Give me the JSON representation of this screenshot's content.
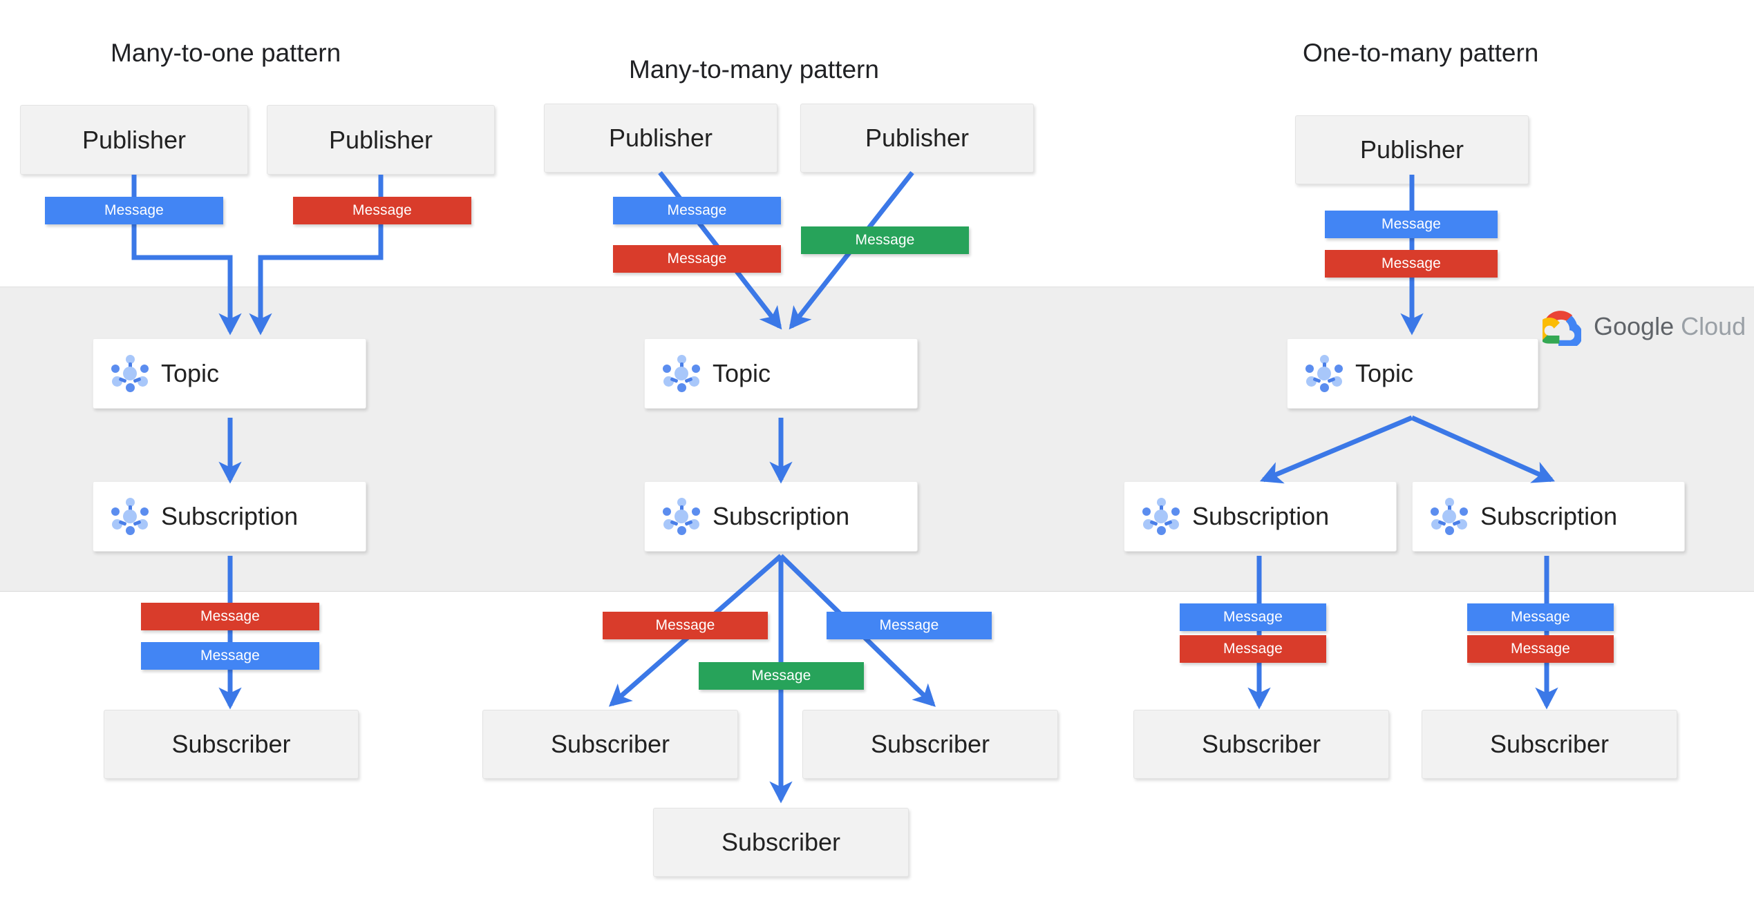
{
  "brand": {
    "name_part1": "Google",
    "name_part2": "Cloud",
    "mark": "google-cloud-logo",
    "band_color": "#eeeeee"
  },
  "colors": {
    "message_blue": "#4285f4",
    "message_red": "#d93c2b",
    "message_green": "#27a35a",
    "arrow": "#3b78e7",
    "endpoint_box": "#f2f2f2",
    "service_box": "#ffffff",
    "band": "#eeeeee"
  },
  "patterns": [
    {
      "id": "many-to-one",
      "title": "Many-to-one pattern",
      "publishers": [
        {
          "label": "Publisher"
        },
        {
          "label": "Publisher"
        }
      ],
      "publish_messages": [
        {
          "label": "Message",
          "color": "blue"
        },
        {
          "label": "Message",
          "color": "red"
        }
      ],
      "topic": {
        "label": "Topic",
        "icon": "pubsub-icon"
      },
      "subscriptions": [
        {
          "label": "Subscription",
          "icon": "pubsub-icon"
        }
      ],
      "deliver_messages": [
        {
          "label": "Message",
          "color": "red"
        },
        {
          "label": "Message",
          "color": "blue"
        }
      ],
      "subscribers": [
        {
          "label": "Subscriber"
        }
      ]
    },
    {
      "id": "many-to-many",
      "title": "Many-to-many  pattern",
      "publishers": [
        {
          "label": "Publisher"
        },
        {
          "label": "Publisher"
        }
      ],
      "publish_messages": [
        {
          "label": "Message",
          "color": "blue"
        },
        {
          "label": "Message",
          "color": "red"
        },
        {
          "label": "Message",
          "color": "green"
        }
      ],
      "topic": {
        "label": "Topic",
        "icon": "pubsub-icon"
      },
      "subscriptions": [
        {
          "label": "Subscription",
          "icon": "pubsub-icon"
        }
      ],
      "deliver_messages": [
        {
          "label": "Message",
          "color": "red"
        },
        {
          "label": "Message",
          "color": "blue"
        },
        {
          "label": "Message",
          "color": "green"
        }
      ],
      "subscribers": [
        {
          "label": "Subscriber"
        },
        {
          "label": "Subscriber"
        },
        {
          "label": "Subscriber"
        }
      ]
    },
    {
      "id": "one-to-many",
      "title": "One-to-many pattern",
      "publishers": [
        {
          "label": "Publisher"
        }
      ],
      "publish_messages": [
        {
          "label": "Message",
          "color": "blue"
        },
        {
          "label": "Message",
          "color": "red"
        }
      ],
      "topic": {
        "label": "Topic",
        "icon": "pubsub-icon"
      },
      "subscriptions": [
        {
          "label": "Subscription",
          "icon": "pubsub-icon"
        },
        {
          "label": "Subscription",
          "icon": "pubsub-icon"
        }
      ],
      "deliver_messages": [
        {
          "label": "Message",
          "color": "blue"
        },
        {
          "label": "Message",
          "color": "red"
        },
        {
          "label": "Message",
          "color": "blue"
        },
        {
          "label": "Message",
          "color": "red"
        }
      ],
      "subscribers": [
        {
          "label": "Subscriber"
        },
        {
          "label": "Subscriber"
        }
      ]
    }
  ]
}
